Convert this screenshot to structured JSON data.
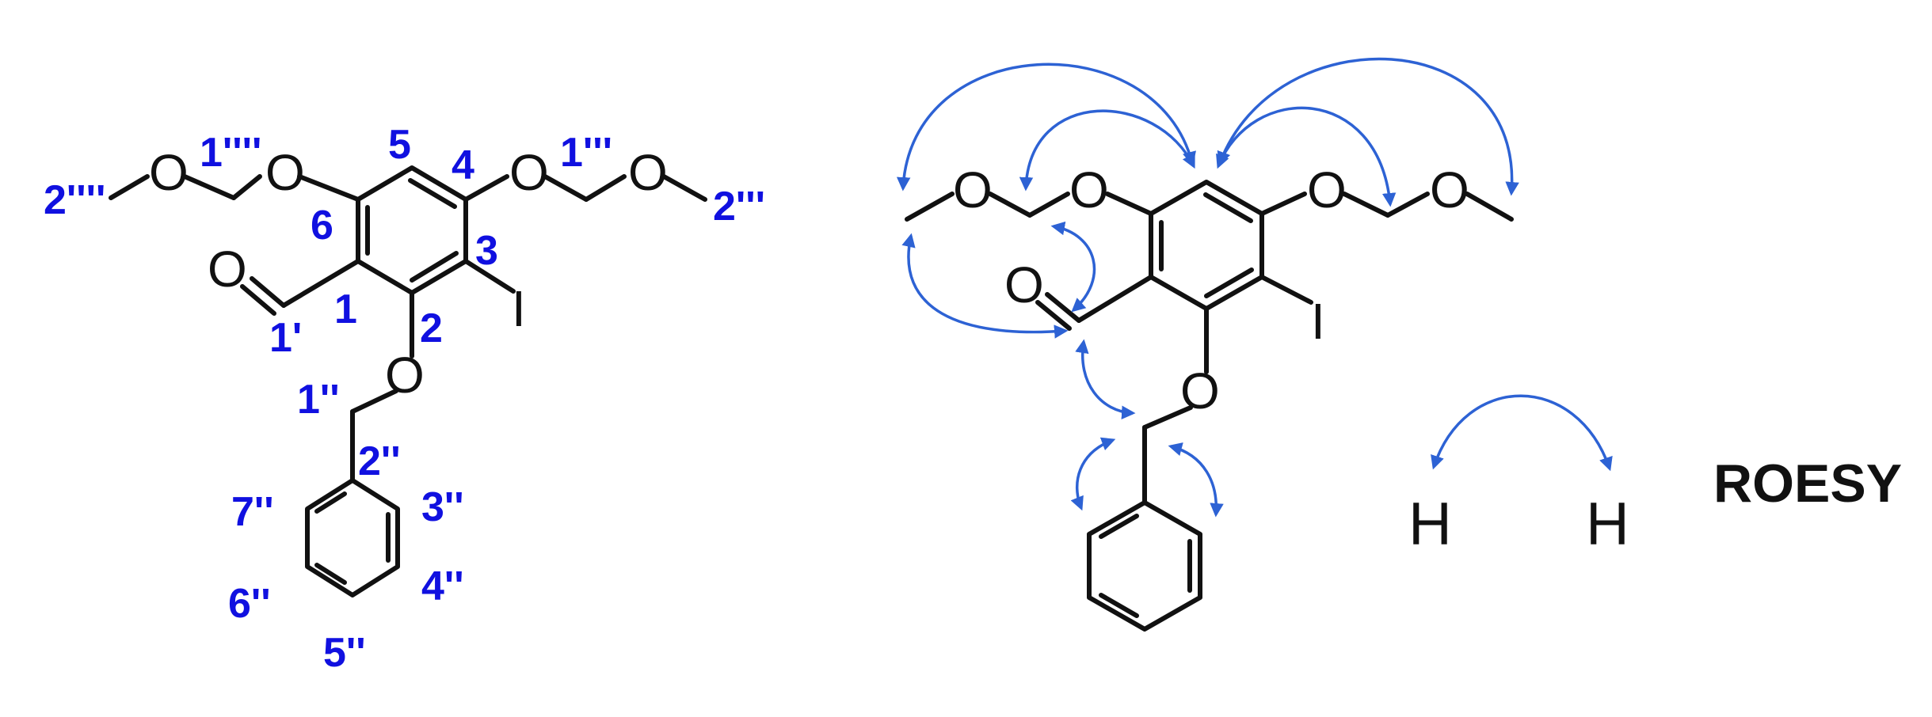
{
  "left_structure": {
    "atoms": {
      "o_ether_left_outer": "O",
      "o_ether_left_inner": "O",
      "o_ether_right_inner": "O",
      "o_ether_right_outer": "O",
      "o_aldehyde": "O",
      "o_benzyl": "O",
      "iodine": "I"
    },
    "labels": {
      "l_1": "1",
      "l_2": "2",
      "l_3": "3",
      "l_4": "4",
      "l_5": "5",
      "l_6": "6",
      "l_1p": "1'",
      "l_1pp": "1''",
      "l_2pp": "2''",
      "l_3pp": "3''",
      "l_4pp": "4''",
      "l_5pp": "5''",
      "l_6pp": "6''",
      "l_7pp": "7''",
      "l_1ppp": "1'''",
      "l_2ppp": "2'''",
      "l_1pppp": "1''''",
      "l_2pppp": "2''''"
    }
  },
  "right_structure": {
    "atoms": {
      "o_ether_left_outer": "O",
      "o_ether_left_inner": "O",
      "o_ether_right_inner": "O",
      "o_ether_right_outer": "O",
      "o_aldehyde": "O",
      "o_benzyl": "O",
      "iodine": "I"
    }
  },
  "legend": {
    "h_left": "H",
    "h_right": "H",
    "title": "ROESY"
  },
  "colors": {
    "bond": "#111111",
    "numbering": "#1010e0",
    "arrow": "#2d62d4"
  }
}
